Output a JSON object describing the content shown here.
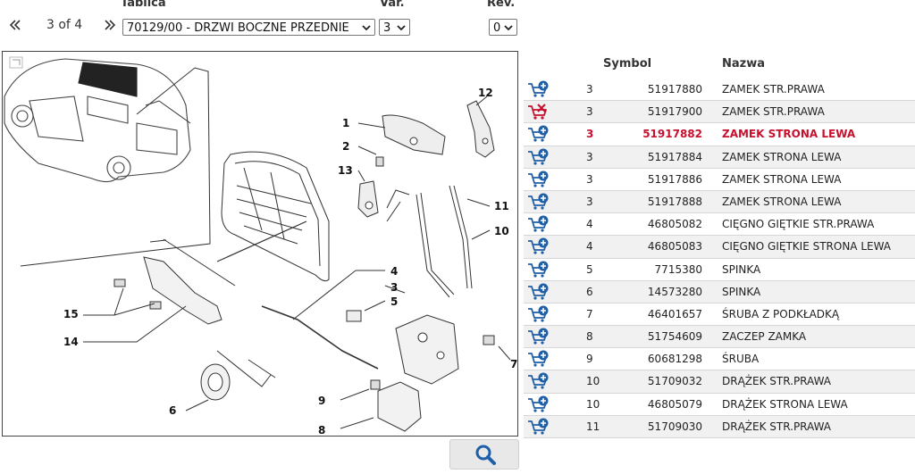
{
  "header": {
    "tablica_label": "Tablica",
    "var_label": "Var.",
    "rev_label": "Rev.",
    "prev_icon": "double-chevron-left-icon",
    "next_icon": "double-chevron-right-icon",
    "page_indicator": "3 of 4",
    "table_select_value": "70129/00 - DRZWI BOCZNE PRZEDNIE",
    "var_select_value": "3",
    "rev_select_value": "0"
  },
  "diagram": {
    "expand_icon": "expand-icon",
    "callouts": [
      "1",
      "2",
      "3",
      "4",
      "5",
      "6",
      "7",
      "8",
      "9",
      "10",
      "11",
      "12",
      "13",
      "14",
      "15"
    ]
  },
  "search_button": {
    "icon": "search-icon"
  },
  "parts_table": {
    "headers": {
      "symbol": "Symbol",
      "name": "Nazwa"
    },
    "rows": [
      {
        "icon": "add-to-cart-icon",
        "qty": "3",
        "symbol": "51917880",
        "name": "ZAMEK STR.PRAWA"
      },
      {
        "icon": "remove-from-cart-icon",
        "qty": "3",
        "symbol": "51917900",
        "name": "ZAMEK STR.PRAWA"
      },
      {
        "icon": "add-to-cart-icon",
        "qty": "3",
        "symbol": "51917882",
        "name": "ZAMEK STRONA LEWA",
        "highlighted": true
      },
      {
        "icon": "add-to-cart-icon",
        "qty": "3",
        "symbol": "51917884",
        "name": "ZAMEK STRONA LEWA"
      },
      {
        "icon": "add-to-cart-icon",
        "qty": "3",
        "symbol": "51917886",
        "name": "ZAMEK STRONA LEWA"
      },
      {
        "icon": "add-to-cart-icon",
        "qty": "3",
        "symbol": "51917888",
        "name": "ZAMEK STRONA LEWA"
      },
      {
        "icon": "add-to-cart-icon",
        "qty": "4",
        "symbol": "46805082",
        "name": "CIĘGNO GIĘTKIE STR.PRAWA"
      },
      {
        "icon": "add-to-cart-icon",
        "qty": "4",
        "symbol": "46805083",
        "name": "CIĘGNO GIĘTKIE STRONA LEWA"
      },
      {
        "icon": "add-to-cart-icon",
        "qty": "5",
        "symbol": "7715380",
        "name": "SPINKA"
      },
      {
        "icon": "add-to-cart-icon",
        "qty": "6",
        "symbol": "14573280",
        "name": "SPINKA"
      },
      {
        "icon": "add-to-cart-icon",
        "qty": "7",
        "symbol": "46401657",
        "name": "ŚRUBA Z PODKŁADKĄ"
      },
      {
        "icon": "add-to-cart-icon",
        "qty": "8",
        "symbol": "51754609",
        "name": "ZACZEP ZAMKA"
      },
      {
        "icon": "add-to-cart-icon",
        "qty": "9",
        "symbol": "60681298",
        "name": "ŚRUBA"
      },
      {
        "icon": "add-to-cart-icon",
        "qty": "10",
        "symbol": "51709032",
        "name": "DRĄŻEK STR.PRAWA"
      },
      {
        "icon": "add-to-cart-icon",
        "qty": "10",
        "symbol": "46805079",
        "name": "DRĄŻEK STRONA LEWA"
      },
      {
        "icon": "add-to-cart-icon",
        "qty": "11",
        "symbol": "51709030",
        "name": "DRĄŻEK STR.PRAWA"
      }
    ]
  },
  "colors": {
    "highlight": "#c8102e",
    "cart_blue": "#1f5fa8",
    "cart_red": "#c8102e"
  }
}
